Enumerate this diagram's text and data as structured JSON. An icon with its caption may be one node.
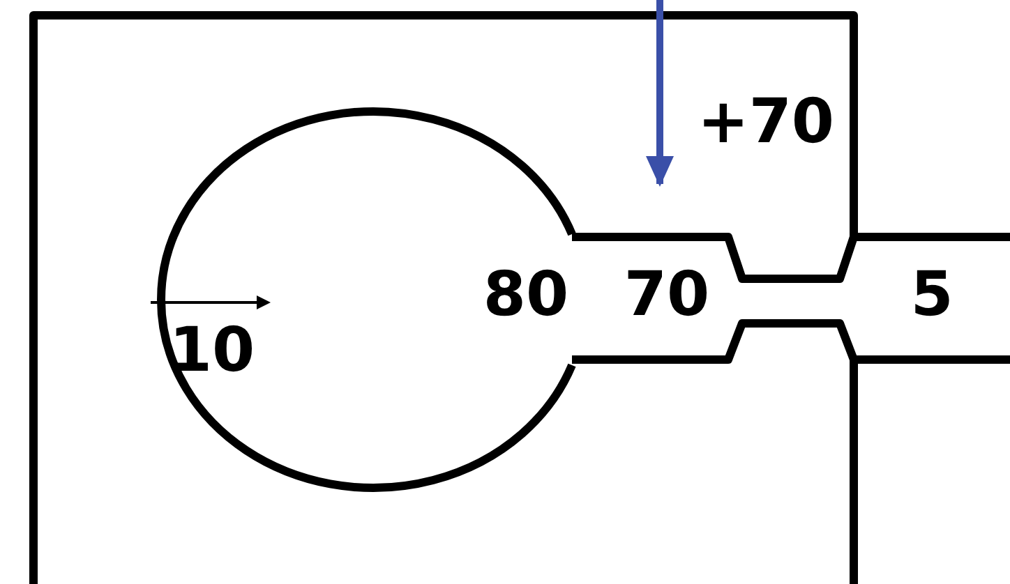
{
  "diagram": {
    "labels": [
      "+70",
      "80",
      "70",
      "5",
      "10"
    ]
  }
}
